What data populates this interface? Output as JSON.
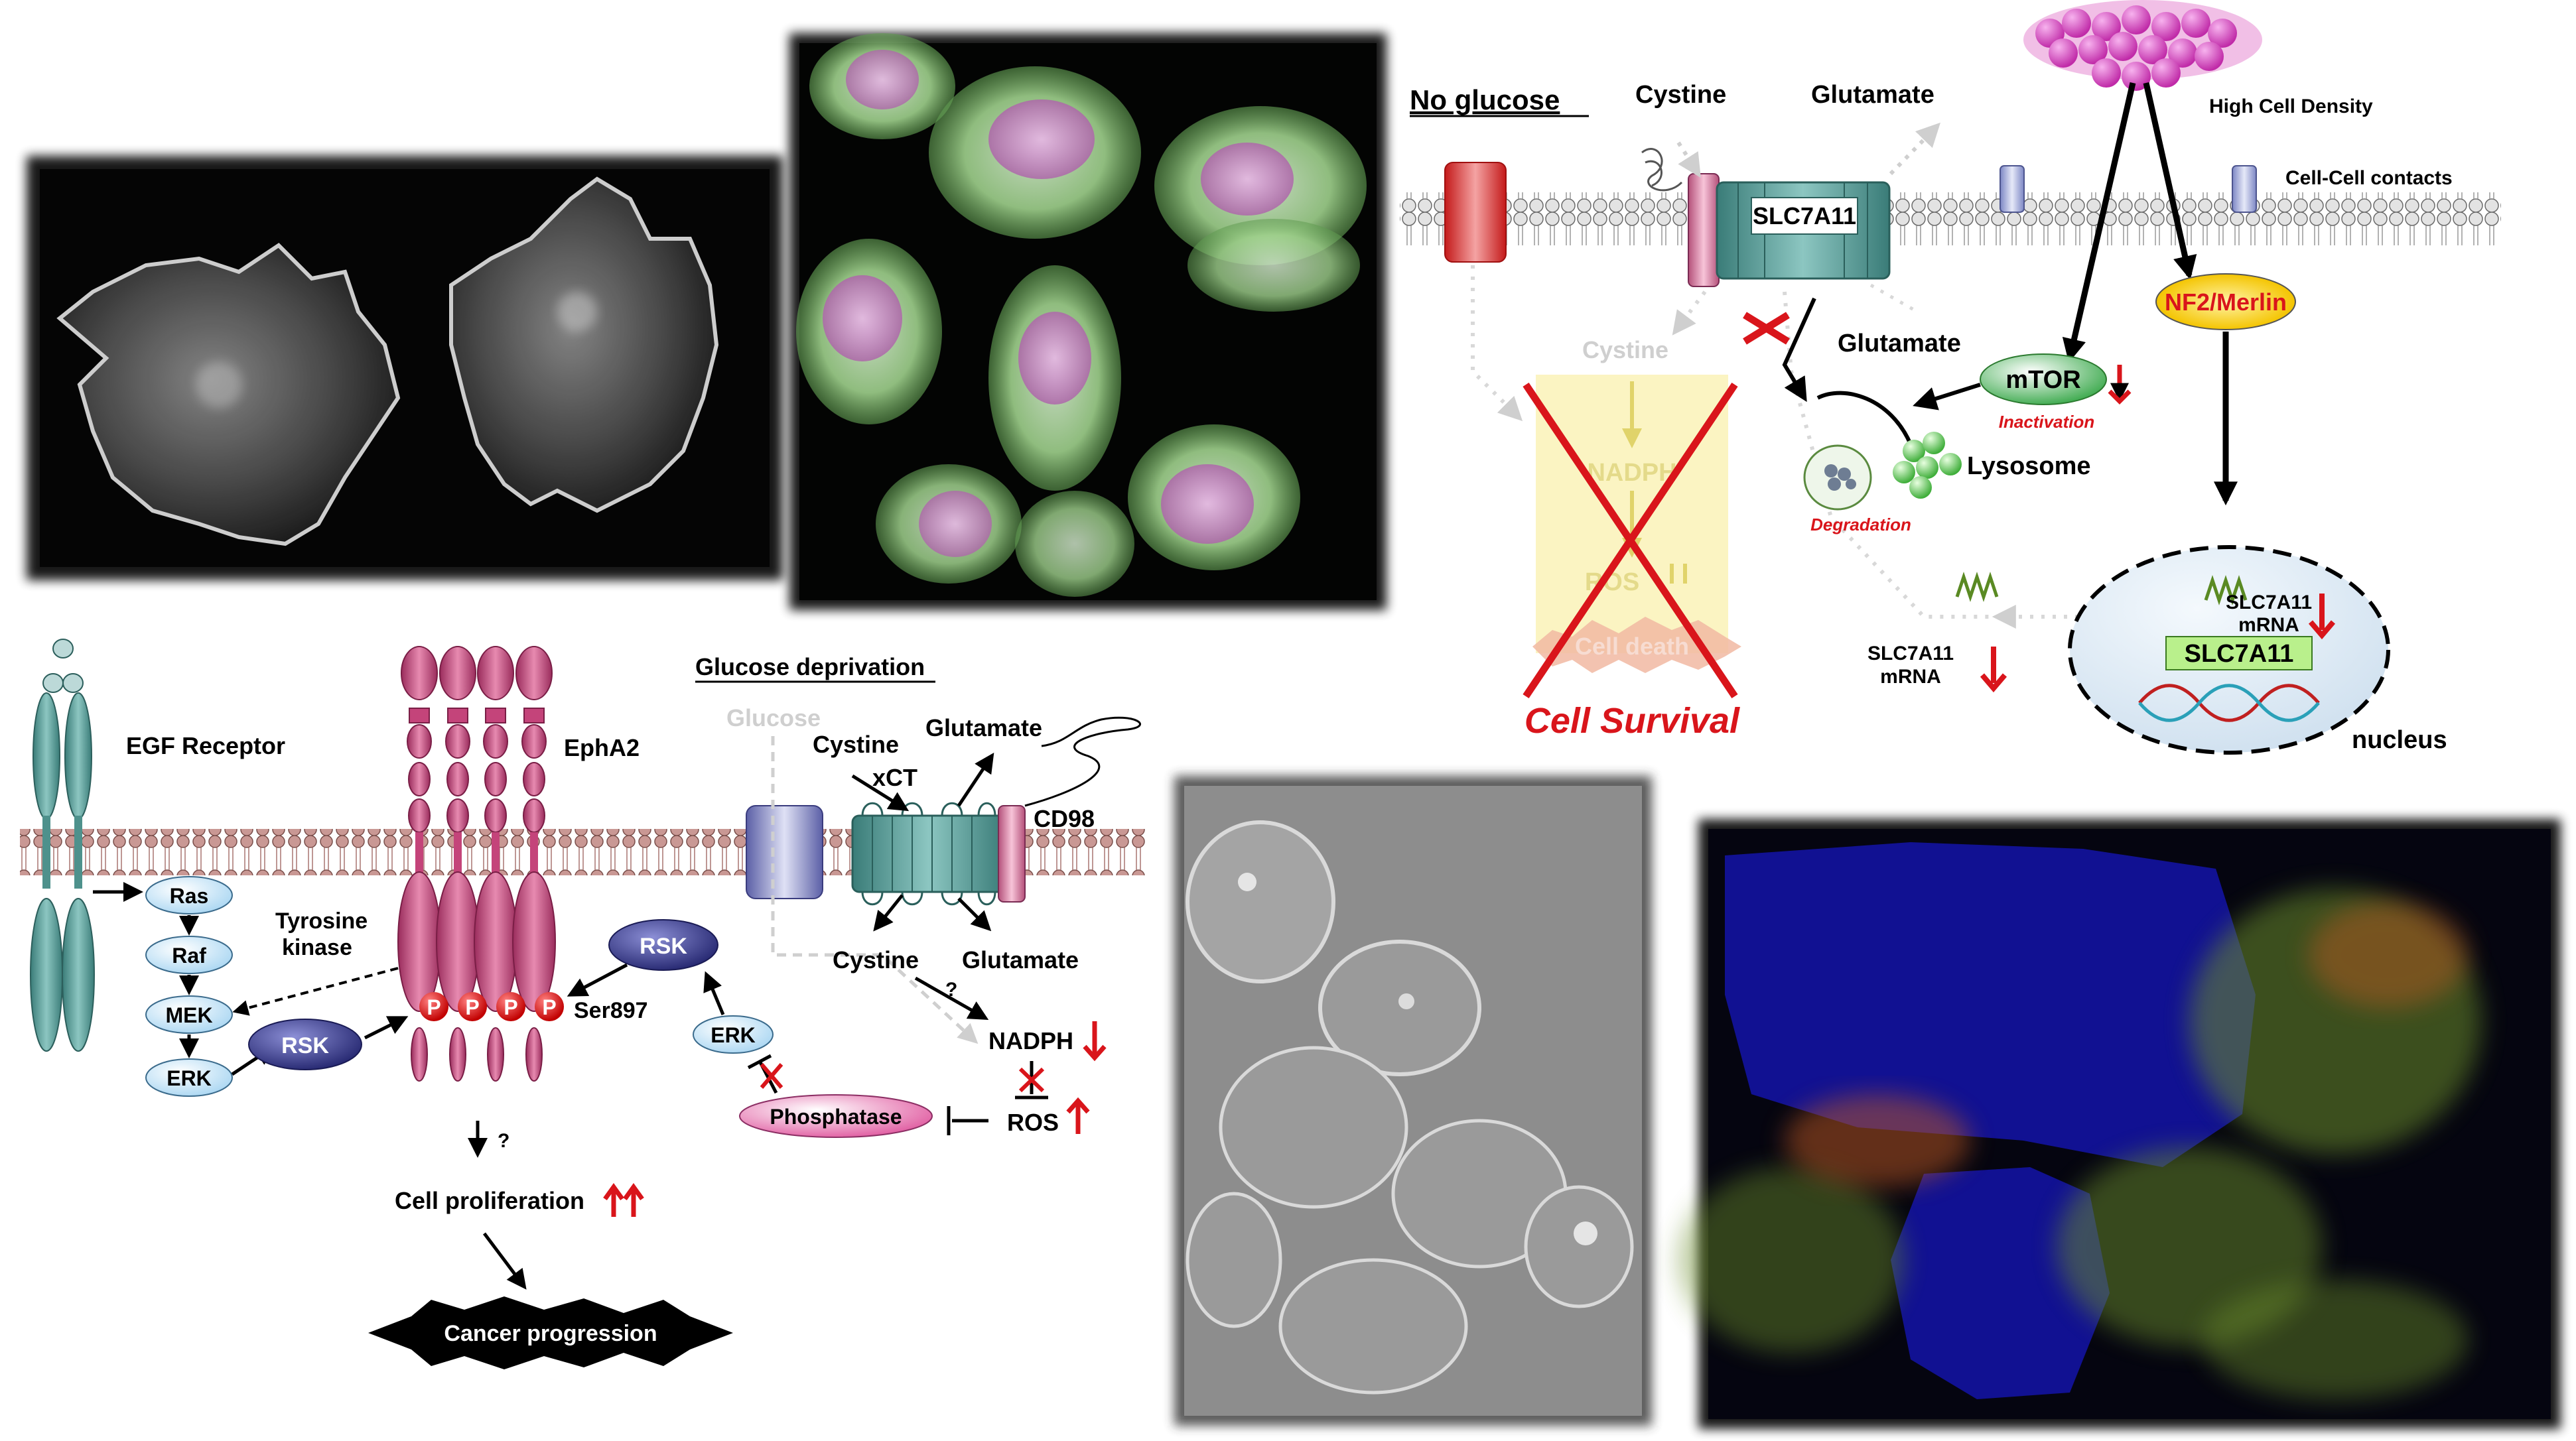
{
  "pathway_right": {
    "no_glucose": "No glucose",
    "cystine_top": "Cystine",
    "glutamate_top": "Glutamate",
    "slc7a11": "SLC7A11",
    "high_cell_density": "High Cell Density",
    "cell_contacts": "Cell-Cell contacts",
    "nf2_merlin": "NF2/Merlin",
    "cystine_faded": "Cystine",
    "glutamate_mid": "Glutamate",
    "mtor": "mTOR",
    "inactivation": "Inactivation",
    "lysosome": "Lysosome",
    "degradation": "Degradation",
    "nadph_faded": "NADPH",
    "ros_faded": "ROS",
    "cell_death_faded": "Cell death",
    "cell_survival": "Cell Survival",
    "slc7a11_mrna_out_1": "SLC7A11",
    "slc7a11_mrna_out_2": "mRNA",
    "slc7a11_mrna_in_1": "SLC7A11",
    "slc7a11_mrna_in_2": "mRNA",
    "slc7a11_gene": "SLC7A11",
    "nucleus": "nucleus"
  },
  "pathway_left": {
    "egf_receptor": "EGF Receptor",
    "epha2": "EphA2",
    "glucose_deprivation": "Glucose deprivation",
    "glucose": "Glucose",
    "cystine_in": "Cystine",
    "xct": "xCT",
    "glutamate_out": "Glutamate",
    "cd98": "CD98",
    "ras": "Ras",
    "raf": "Raf",
    "mek": "MEK",
    "erk": "ERK",
    "rsk_mid": "RSK",
    "tyrosine_kinase_1": "Tyrosine",
    "tyrosine_kinase_2": "kinase",
    "p": "P",
    "ser897": "Ser897",
    "rsk_upper": "RSK",
    "erk_right": "ERK",
    "phosphatase": "Phosphatase",
    "cystine_below": "Cystine",
    "glutamate_below": "Glutamate",
    "question": "?",
    "nadph": "NADPH",
    "ros": "ROS",
    "cell_proliferation": "Cell proliferation",
    "cancer_progression": "Cancer progression"
  },
  "colors": {
    "membrane": "#c48c87",
    "teal": "#4e918c",
    "magenta": "#c4447a",
    "red": "#d9151b",
    "blue_oval": "#2c2e8c",
    "light_blue_oval": "#cbe6f6"
  }
}
